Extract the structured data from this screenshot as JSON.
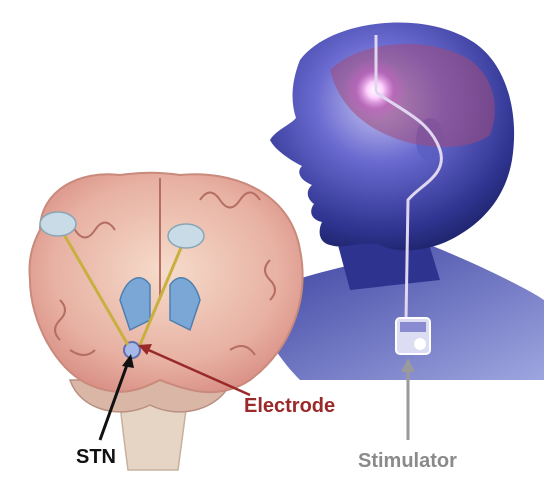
{
  "labels": {
    "electrode": "Electrode",
    "stn": "STN",
    "stimulator": "Stimulator"
  },
  "colors": {
    "electrode_label": "#9a2a2a",
    "electrode_arrow": "#9a2a2a",
    "stn_label": "#111111",
    "stn_arrow": "#111111",
    "stimulator_label": "#8a8a8a",
    "stimulator_arrow": "#9a9a9a",
    "head_blue": "#3a3f9e",
    "brain_pink": "#e8b4a6"
  },
  "icons": {
    "head": "human-head-profile-icon",
    "brain": "coronal-brain-section-icon",
    "stimulator": "implanted-pulse-generator-icon"
  }
}
